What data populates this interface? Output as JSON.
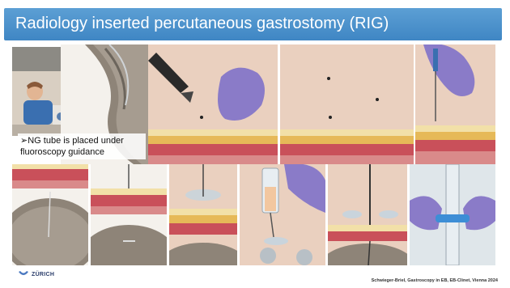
{
  "slide": {
    "title": "Radiology inserted percutaneous gastrostomy (RIG)",
    "caption": "➢NG tube is placed under fluoroscopy guidance",
    "logo_text": "ZÜRICH",
    "footer": "Schwieger-Briel, Gastroscopy in EB, EB-Clinet, Vienna 2024"
  },
  "colors": {
    "title_bar": "#3f86c4",
    "glove": "#8a7bc8",
    "skin": "#e8c2a8"
  }
}
